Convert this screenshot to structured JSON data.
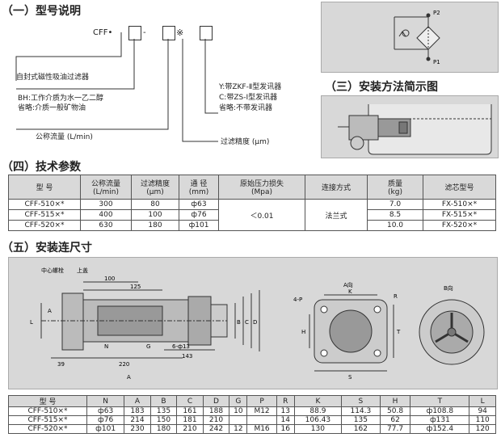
{
  "model_section": {
    "title": "（一）型号说明",
    "code_prefix": "CFF•",
    "dash": "-",
    "star": "※",
    "legend": {
      "self_seal": "自封式磁性吸油过滤器",
      "bh_line1": "BH:工作介质为水一乙二醇",
      "bh_line2": "省略:介质一般矿物油",
      "flow": "公称流量 (L/min)",
      "y_line": "Y:带ZKF-Ⅱ型发讯器",
      "c_line": "C:带ZS-Ⅰ型发讯器",
      "omit_line": "省略:不带发讯器",
      "precision": "过滤精度 (μm)"
    }
  },
  "symbol_labels": {
    "p2": "P2",
    "p1": "P1"
  },
  "install_method": {
    "title": "（三）安装方法简示图"
  },
  "tech_params": {
    "title": "（四）技术参数",
    "headers": [
      [
        "型  号"
      ],
      [
        "公称流量",
        "(L/min)"
      ],
      [
        "过滤精度",
        "(μm)"
      ],
      [
        "通  径",
        "(mm)"
      ],
      [
        "原始压力损失",
        "(Mpa)"
      ],
      [
        "连接方式"
      ],
      [
        "质量",
        "(kg)"
      ],
      [
        "滤芯型号"
      ]
    ],
    "rows": [
      {
        "model": "CFF-510×*",
        "flow": "300",
        "precision": "80",
        "diameter": "ф63",
        "weight": "7.0",
        "element": "FX-510×*"
      },
      {
        "model": "CFF-515×*",
        "flow": "400",
        "precision": "100",
        "diameter": "ф76",
        "weight": "8.5",
        "element": "FX-515×*"
      },
      {
        "model": "CFF-520×*",
        "flow": "630",
        "precision": "180",
        "diameter": "ф101",
        "weight": "10.0",
        "element": "FX-520×*"
      }
    ],
    "pressure_loss": "＜0.01",
    "connection": "法兰式"
  },
  "install_dims": {
    "title": "（五）安装连尺寸",
    "labels": {
      "center_thread": "中心螺栓",
      "top_cover": "上盖",
      "d100": "100",
      "d125": "125",
      "A": "A",
      "L": "L",
      "B": "B",
      "C": "C",
      "D": "D",
      "N": "N",
      "G": "G",
      "holes": "6-ф13",
      "d39": "39",
      "d220": "220",
      "d143": "143",
      "view_a": "A向",
      "view_b": "B向",
      "k": "K",
      "r": "R",
      "h": "H",
      "t": "T",
      "s": "S",
      "p": "4-P"
    }
  },
  "dims_table": {
    "headers": [
      "型  号",
      "N",
      "A",
      "B",
      "C",
      "D",
      "G",
      "P",
      "R",
      "K",
      "S",
      "H",
      "T",
      "L"
    ],
    "rows": [
      [
        "CFF-510×*",
        "ф63",
        "183",
        "135",
        "161",
        "188",
        "10",
        "M12",
        "13",
        "88.9",
        "114.3",
        "50.8",
        "ф108.8",
        "94"
      ],
      [
        "CFF-515×*",
        "ф76",
        "214",
        "150",
        "181",
        "210",
        "",
        "",
        "14",
        "106.43",
        "135",
        "62",
        "ф131",
        "110"
      ],
      [
        "CFF-520×*",
        "ф101",
        "230",
        "180",
        "210",
        "242",
        "12",
        "M16",
        "16",
        "130",
        "162",
        "77.7",
        "ф152.4",
        "120"
      ]
    ]
  }
}
